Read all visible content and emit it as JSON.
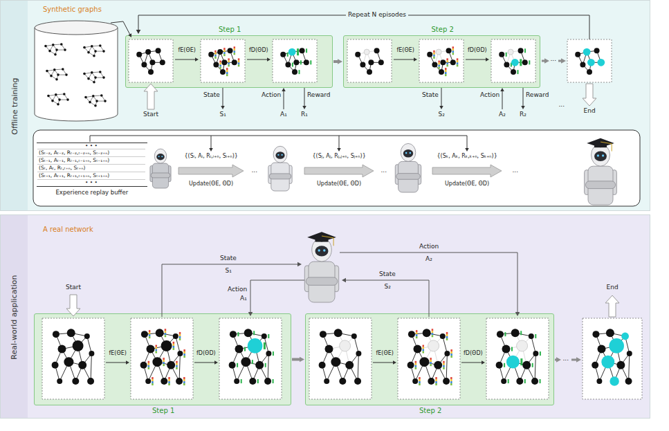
{
  "diagram": {
    "nodes": [
      {
        "text": [
          "Offline training"
        ]
      },
      {
        "text": [
          "Step 1"
        ],
        "in": 0
      },
      {
        "text": [
          "Step 2"
        ],
        "in": 0
      },
      {
        "text": [
          "Experience replay buffer"
        ],
        "in": 0
      },
      {
        "text": [
          "Real-world application"
        ]
      },
      {
        "text": [
          "Step 1"
        ],
        "in": 4
      },
      {
        "text": [
          "Step 2"
        ],
        "in": 4
      }
    ],
    "edges": [
      {
        "from": 1,
        "to": 2,
        "arrow": "to"
      },
      {
        "from": 5,
        "to": 6,
        "arrow": "to"
      }
    ],
    "labels": [
      "Synthetic graphs",
      "Repeat N episodes",
      "Start",
      "End",
      "fE(ΘE)",
      "fD(ΘD)",
      "fE(ΘE)",
      "fD(ΘD)",
      "State",
      "S₁",
      "Action",
      "A₁",
      "Reward",
      "R₁",
      "State",
      "S₂",
      "Action",
      "A₂",
      "Reward",
      "R₂",
      "...",
      "...",
      "• • •",
      "(Sₜ₋₂, Aₜ₋₂, Rₜ₋₂,ₜ₋₂₊ₙ, Sₜ₋₂₊ₙ)",
      "(Sₜ₋₁, Aₜ₋₁, Rₜ₋₁,ₜ₋₁₊ₙ, Sₜ₋₁₊ₙ)",
      "(Sₜ, Aₜ, Rₜ,ₜ₊ₙ, Sₜ₊ₙ)",
      "(Sₜ₊₁, Aₜ₊₁, Rₜ₊₁,ₜ₊₁₊ₙ, Sₜ₊₁₊ₙ)",
      "• • •",
      "{(Sᵢ, Aᵢ, Rᵢ,ᵢ₊ₙ, Sᵢ₊ₙ)}",
      "Update(ΘE, ΘD)",
      "...",
      "{(Sⱼ, Aⱼ, Rⱼ,ⱼ₊ₙ, Sⱼ₊ₙ)}",
      "Update(ΘE, ΘD)",
      "...",
      "{(Sₖ, Aₖ, Rₖ,ₖ₊ₙ, Sₖ₊ₙ)}",
      "Update(ΘE, ΘD)",
      "...",
      "A real network",
      "Start",
      "End",
      "fE(ΘE)",
      "fD(ΘD)",
      "fE(ΘE)",
      "fD(ΘD)",
      "State",
      "S₁",
      "Action",
      "A₁",
      "State",
      "S₂",
      "Action",
      "A₂",
      "..."
    ]
  }
}
